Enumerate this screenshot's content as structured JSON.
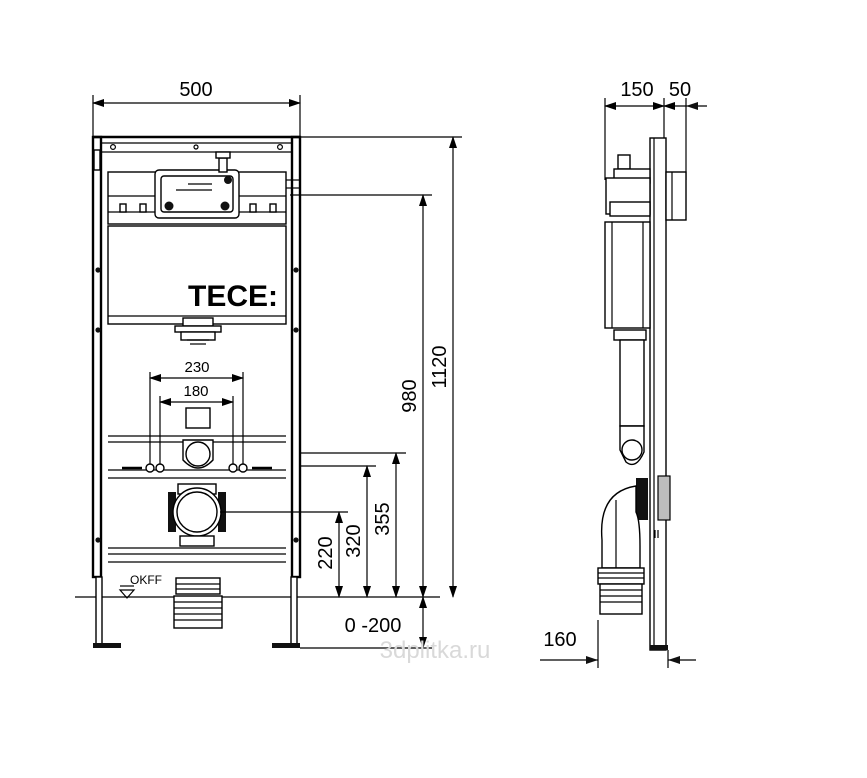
{
  "front_view": {
    "width": "500",
    "height_total": "1120",
    "height_flush": "980",
    "height_355": "355",
    "height_320": "320",
    "height_220": "220",
    "spacing_230": "230",
    "spacing_180": "180",
    "adjust_range": "0 -200",
    "floor_label": "OKFF",
    "brand_logo": "TECE:"
  },
  "side_view": {
    "depth_150": "150",
    "depth_50": "50",
    "depth_160": "160"
  },
  "watermark": "3dplitka.ru"
}
